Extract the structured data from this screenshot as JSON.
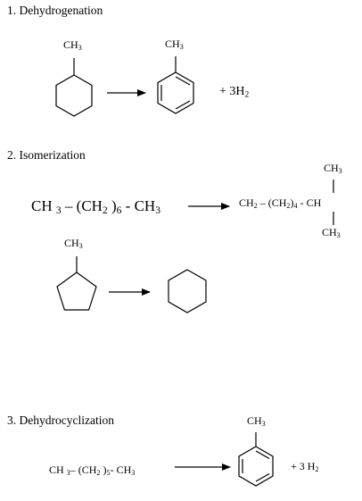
{
  "sections": [
    {
      "heading": "1.  Dehydrogenation",
      "ch3_left": "CH",
      "ch3_right": "CH",
      "sub3": "3",
      "product_prefix": "+  3H",
      "product_sub": "2"
    },
    {
      "heading": "2.  Isomerization",
      "eq_left": "CH ",
      "eq_left_sub3": "3",
      "eq_mid": " – (CH",
      "eq_mid_sub2": "2",
      "eq_mid_close": " )",
      "eq_mid_sub6": "6",
      "eq_right": " - CH",
      "eq_right_sub3": "3",
      "product_left": "CH",
      "product_left_sub2": "2",
      "product_mid": " – (CH",
      "product_mid_sub2": "2",
      "product_mid_close": ")",
      "product_mid_sub4": "4",
      "product_dash": "  -  CH",
      "branch_top": "CH",
      "branch_top_sub": "3",
      "branch_bottom": "CH",
      "branch_bottom_sub": "3",
      "ring_ch3": "CH",
      "ring_ch3_sub": "3"
    },
    {
      "heading": "3.  Dehydrocyclization",
      "eq_left": "CH ",
      "eq_left_sub3": "3",
      "eq_mid": "– (CH",
      "eq_mid_sub2": "2",
      "eq_mid_close": " )",
      "eq_mid_sub5": "5",
      "eq_right": "- CH",
      "eq_right_sub3": "3",
      "ch3": "CH",
      "ch3_sub": "3",
      "product_prefix": "+ 3 H",
      "product_sub": "2"
    }
  ]
}
